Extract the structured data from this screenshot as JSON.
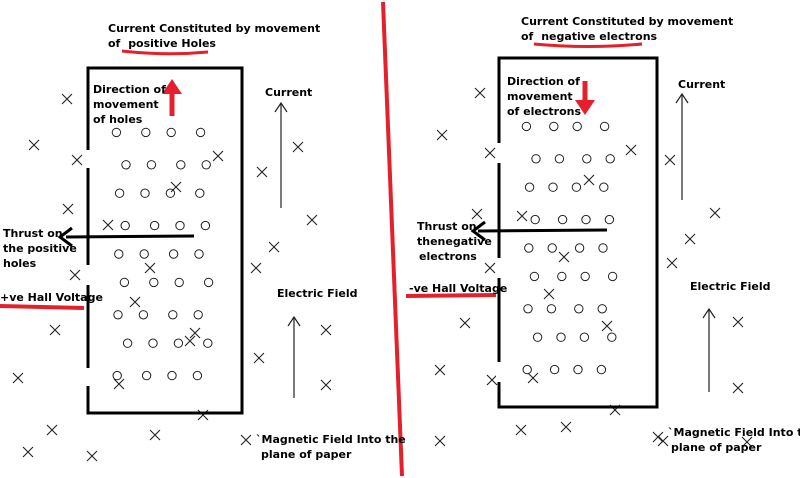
{
  "left_panel": {
    "title_line1": "Current Constituted by movement",
    "title_line2_prefix": "of ",
    "title_line2_highlight": "positive Holes",
    "motion_line1": "Direction of",
    "motion_line2": "movement",
    "motion_line3": "of holes",
    "current_label": "Current",
    "thrust_line1": "Thrust on",
    "thrust_line2": "the positive",
    "thrust_line3": "holes",
    "voltage_label": "+ve Hall Voltage",
    "field_label": "Electric Field",
    "magnetic_line1": "`Magnetic Field Into the",
    "magnetic_line2": "plane of paper"
  },
  "right_panel": {
    "title_line1": "Current Constituted by movement",
    "title_line2_prefix": "of ",
    "title_line2_highlight": "negative electrons",
    "motion_line1": "Direction of",
    "motion_line2": "movement",
    "motion_line3": "of electrons",
    "current_label": "Current",
    "thrust_line1": "Thrust on",
    "thrust_line2": "thenegative",
    "thrust_line3": "electrons",
    "voltage_label": "-ve Hall Voltage",
    "field_label": "Electric Field",
    "magnetic_line1": "`Magnetic Field Into the",
    "magnetic_line2": "plane of paper"
  },
  "colors": {
    "accent": "#e3202b",
    "ink": "#111111"
  },
  "symbols": {
    "carrier": "circle",
    "magnetic_field": "cross"
  }
}
